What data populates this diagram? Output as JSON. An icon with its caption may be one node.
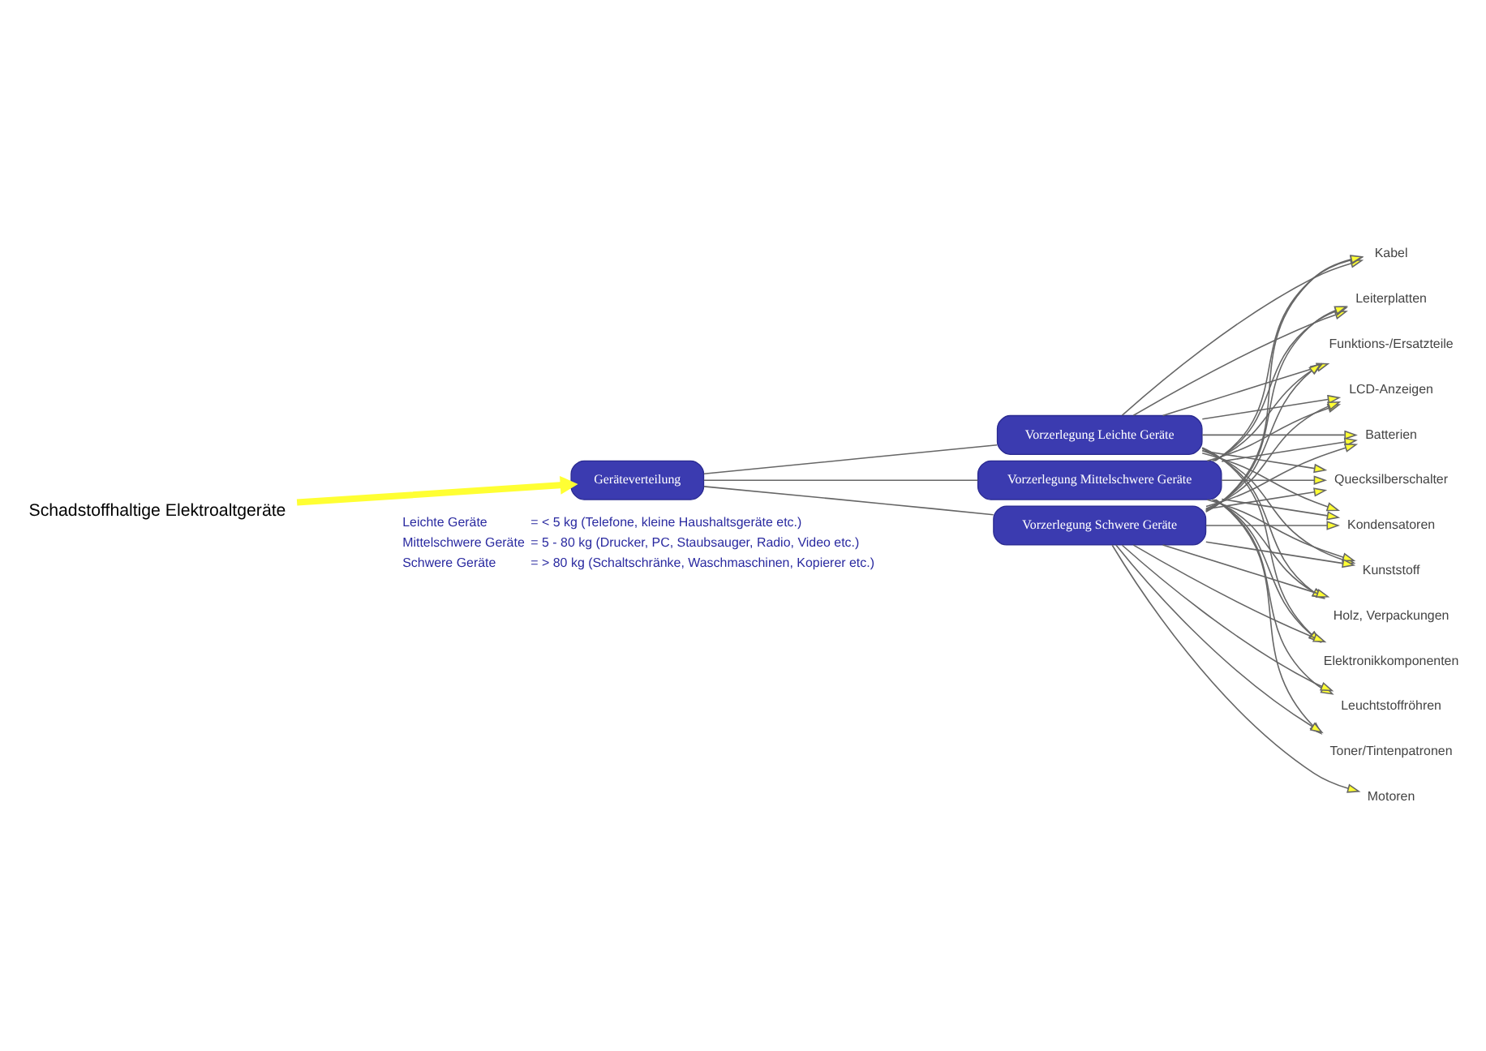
{
  "diagram": {
    "nodes": [
      {
        "text": [
          "Schadstoffhaltige Elektroaltgeräte"
        ]
      },
      {
        "text": [
          "Geräteverteilung"
        ]
      },
      {
        "text": [
          "Vorzerlegung Leichte Geräte"
        ]
      },
      {
        "text": [
          "Vorzerlegung Mittelschwere Geräte"
        ]
      },
      {
        "text": [
          "Vorzerlegung Schwere Geräte"
        ]
      },
      {
        "text": [
          "Kabel"
        ]
      },
      {
        "text": [
          "Leiterplatten"
        ]
      },
      {
        "text": [
          "Funktions-/Ersatzteile"
        ]
      },
      {
        "text": [
          "Motoren"
        ]
      },
      {
        "text": [
          "LCD-Anzeigen"
        ]
      },
      {
        "text": [
          "Batterien"
        ]
      },
      {
        "text": [
          "Quecksilberschalter"
        ]
      },
      {
        "text": [
          "Kondensatoren"
        ]
      },
      {
        "text": [
          "Toner/Tintenpatronen"
        ]
      },
      {
        "text": [
          "Kunststoff"
        ]
      },
      {
        "text": [
          "Holz, Verpackungen"
        ]
      },
      {
        "text": [
          "Leuchtstoffröhren"
        ]
      },
      {
        "text": [
          "Elektronikkomponenten"
        ]
      }
    ],
    "edges": [
      {
        "from": 0,
        "to": 1,
        "arrow": "to",
        "style": "thick",
        "color": "#ffff33"
      },
      {
        "from": 1,
        "to": 2,
        "arrow": "none"
      },
      {
        "from": 1,
        "to": 3,
        "arrow": "none"
      },
      {
        "from": 1,
        "to": 4,
        "arrow": "none"
      },
      {
        "from": 2,
        "to": 5,
        "arrow": "to"
      },
      {
        "from": 3,
        "to": 5,
        "arrow": "to"
      },
      {
        "from": 4,
        "to": 5,
        "arrow": "to"
      },
      {
        "from": 2,
        "to": 6,
        "arrow": "to"
      },
      {
        "from": 3,
        "to": 6,
        "arrow": "to"
      },
      {
        "from": 4,
        "to": 6,
        "arrow": "to"
      },
      {
        "from": 2,
        "to": 7,
        "arrow": "to"
      },
      {
        "from": 3,
        "to": 7,
        "arrow": "to"
      },
      {
        "from": 4,
        "to": 7,
        "arrow": "to"
      },
      {
        "from": 4,
        "to": 8,
        "arrow": "to"
      },
      {
        "from": 2,
        "to": 9,
        "arrow": "to"
      },
      {
        "from": 3,
        "to": 9,
        "arrow": "to"
      },
      {
        "from": 4,
        "to": 9,
        "arrow": "to"
      },
      {
        "from": 2,
        "to": 10,
        "arrow": "to"
      },
      {
        "from": 3,
        "to": 10,
        "arrow": "to"
      },
      {
        "from": 4,
        "to": 10,
        "arrow": "to"
      },
      {
        "from": 2,
        "to": 11,
        "arrow": "to"
      },
      {
        "from": 3,
        "to": 11,
        "arrow": "to"
      },
      {
        "from": 4,
        "to": 11,
        "arrow": "to"
      },
      {
        "from": 2,
        "to": 12,
        "arrow": "to"
      },
      {
        "from": 3,
        "to": 12,
        "arrow": "to"
      },
      {
        "from": 4,
        "to": 12,
        "arrow": "to"
      },
      {
        "from": 3,
        "to": 13,
        "arrow": "to"
      },
      {
        "from": 4,
        "to": 13,
        "arrow": "to"
      },
      {
        "from": 2,
        "to": 14,
        "arrow": "to"
      },
      {
        "from": 3,
        "to": 14,
        "arrow": "to"
      },
      {
        "from": 4,
        "to": 14,
        "arrow": "to"
      },
      {
        "from": 2,
        "to": 15,
        "arrow": "to"
      },
      {
        "from": 3,
        "to": 15,
        "arrow": "to"
      },
      {
        "from": 4,
        "to": 15,
        "arrow": "to"
      },
      {
        "from": 3,
        "to": 16,
        "arrow": "to"
      },
      {
        "from": 4,
        "to": 16,
        "arrow": "to"
      },
      {
        "from": 2,
        "to": 17,
        "arrow": "to"
      },
      {
        "from": 3,
        "to": 17,
        "arrow": "to"
      },
      {
        "from": 4,
        "to": 17,
        "arrow": "to"
      }
    ],
    "labels": [
      "Leichte Geräte",
      "= < 5 kg (Telefone, kleine Haushaltsgeräte etc.)",
      "Mittelschwere Geräte",
      "= 5 - 80 kg (Drucker, PC, Staubsauger, Radio, Video etc.)",
      "Schwere Geräte",
      "= > 80 kg (Schaltschränke, Waschmaschinen, Kopierer etc.)"
    ]
  }
}
